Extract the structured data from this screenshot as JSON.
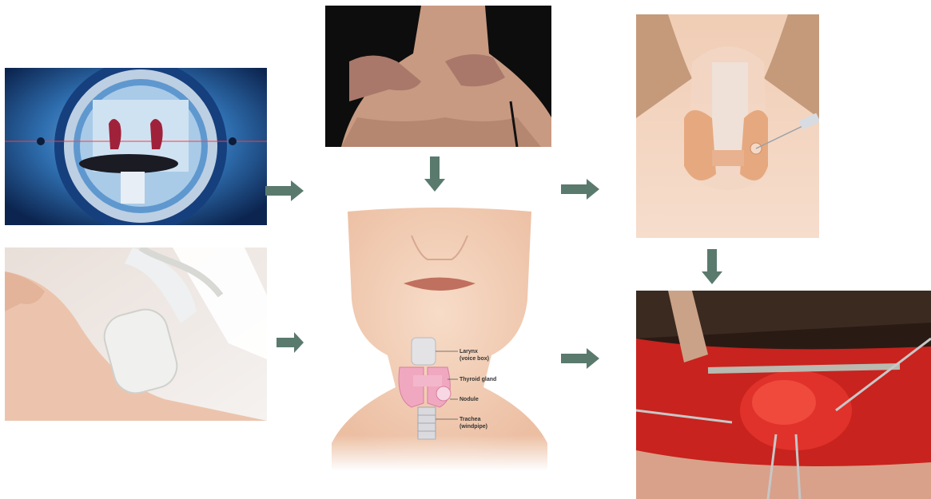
{
  "colors": {
    "arrow": "#5a7a6e",
    "ct_bg": "#0f2f66",
    "skin": "#f2cdb3",
    "thyroid": "#f0a8c0",
    "tissue": "#c8231e",
    "background": "#ffffff"
  },
  "panels": {
    "ct": {
      "subject": "ct-scanner"
    },
    "ultrasound": {
      "subject": "neck-ultrasound"
    },
    "palpation": {
      "subject": "neck-palpation"
    },
    "anatomy": {
      "subject": "thyroid-anatomy",
      "labels": {
        "larynx_1": "Larynx",
        "larynx_2": "(voice box)",
        "thyroid": "Thyroid gland",
        "nodule": "Nodule",
        "trachea_1": "Trachea",
        "trachea_2": "(windpipe)"
      }
    },
    "fna": {
      "subject": "fine-needle-aspiration"
    },
    "surgery": {
      "subject": "thyroid-surgery"
    }
  }
}
